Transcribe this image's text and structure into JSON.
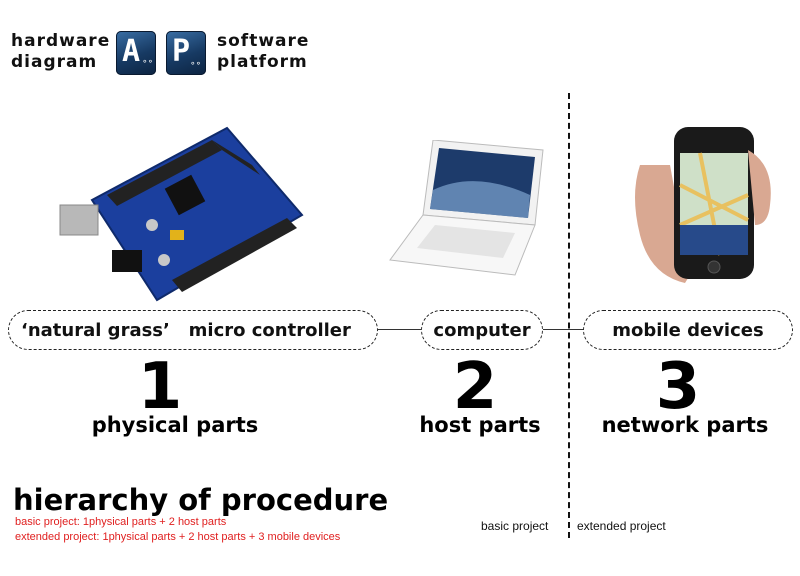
{
  "header": {
    "left_line1": "hardware",
    "left_line2": "diagram",
    "logo_a": {
      "letter": "A",
      "dots": "∘∘"
    },
    "logo_p": {
      "letter": "P",
      "dots": "∘∘"
    },
    "right_line1": "software",
    "right_line2": "platform"
  },
  "components": [
    {
      "pill": "‘natural grass’   micro controller",
      "number": "1",
      "label": "physical parts"
    },
    {
      "pill": "computer",
      "number": "2",
      "label": "host parts"
    },
    {
      "pill": "mobile devices",
      "number": "3",
      "label": "network parts"
    }
  ],
  "procedure": {
    "title": "hierarchy of procedure",
    "basic": "basic project: 1physical parts + 2 host parts",
    "extended": "extended project: 1physical parts + 2 host parts + 3 mobile devices"
  },
  "scope": {
    "basic": "basic project",
    "extended": "extended project"
  },
  "colors": {
    "accent_red": "#e02020",
    "logo_blue": "#1f4a7a"
  }
}
